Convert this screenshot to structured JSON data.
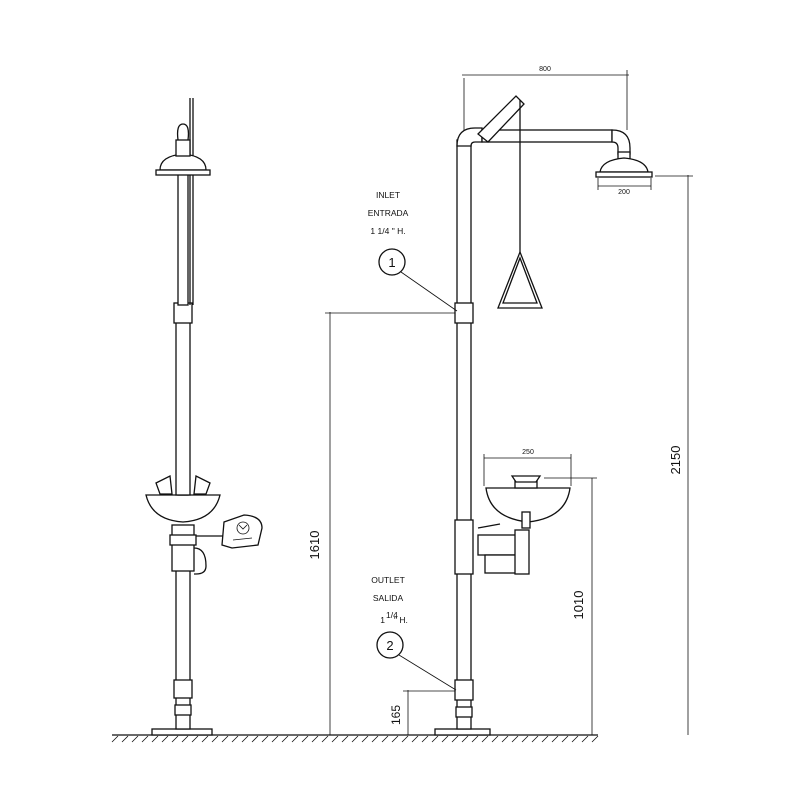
{
  "dimensions": {
    "shower_arm_width": "800",
    "shower_head_width": "200",
    "eyewash_bowl_width": "250",
    "inlet_height": "1610",
    "shower_height": "2150",
    "eyewash_height": "1010",
    "outlet_height": "165"
  },
  "inlet": {
    "number": "1",
    "label_en": "INLET",
    "label_es": "ENTRADA",
    "size": "1 1/4 \" H."
  },
  "outlet": {
    "number": "2",
    "label_en": "OUTLET",
    "label_es": "SALIDA",
    "size_whole": "1",
    "size_fraction": "1/4",
    "size_suffix": "\" H."
  }
}
